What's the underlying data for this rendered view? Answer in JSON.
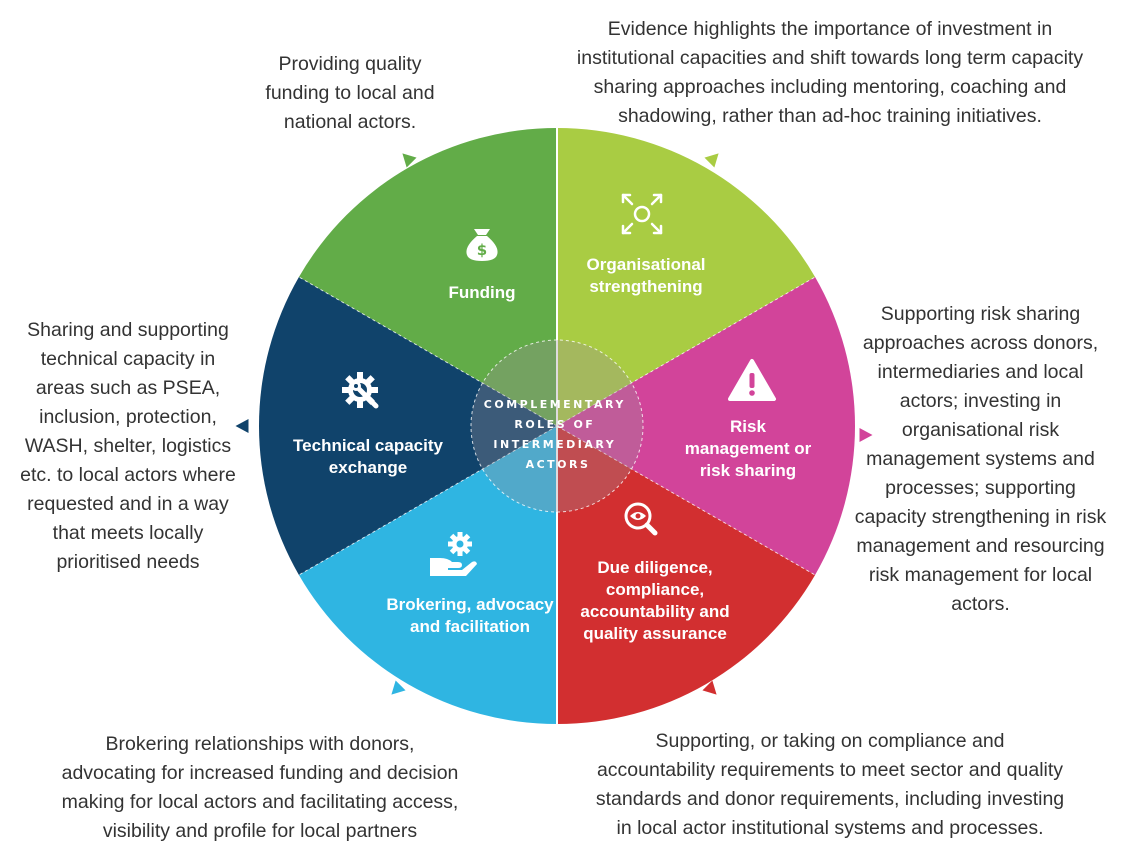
{
  "center": {
    "lines": [
      "COMPLEMENTARY",
      "ROLES OF",
      "INTERMEDIARY",
      "ACTORS"
    ]
  },
  "segments": [
    {
      "id": "funding",
      "color": "#62AC48",
      "icon": "money-bag-icon",
      "label": [
        "Funding"
      ],
      "description": [
        "Providing quality",
        "funding to local and",
        "national actors."
      ]
    },
    {
      "id": "organisational-strengthening",
      "color": "#A9CC43",
      "icon": "focus-expand-icon",
      "label": [
        "Organisational",
        "strengthening"
      ],
      "description": [
        "Evidence highlights the importance of investment in",
        "institutional capacities and shift towards long term capacity",
        "sharing approaches including mentoring, coaching and",
        "shadowing, rather than ad-hoc training initiatives."
      ]
    },
    {
      "id": "risk-management",
      "color": "#D2449A",
      "icon": "warning-triangle-icon",
      "label": [
        "Risk",
        "management or",
        "risk sharing"
      ],
      "description": [
        "Supporting risk sharing",
        "approaches across donors,",
        "intermediaries and local",
        "actors; investing in",
        "organisational risk",
        "management systems and",
        "processes; supporting",
        "capacity strengthening in risk",
        "management and resourcing",
        "risk management for local",
        "actors."
      ]
    },
    {
      "id": "due-diligence",
      "color": "#D22F30",
      "icon": "eye-magnifier-icon",
      "label": [
        "Due diligence,",
        "compliance,",
        "accountability and",
        "quality assurance"
      ],
      "description": [
        "Supporting, or taking on compliance and",
        "accountability requirements to meet sector and quality",
        "standards and donor requirements, including investing",
        "in local actor institutional systems and processes."
      ]
    },
    {
      "id": "brokering",
      "color": "#2FB5E2",
      "icon": "hand-gear-icon",
      "label": [
        "Brokering, advocacy",
        "and facilitation"
      ],
      "description": [
        "Brokering relationships with donors,",
        "advocating for increased funding and decision",
        "making for local actors and facilitating access,",
        "visibility and profile for local partners"
      ]
    },
    {
      "id": "technical-capacity",
      "color": "#10436B",
      "icon": "gear-wrench-icon",
      "label": [
        "Technical capacity",
        "exchange"
      ],
      "description": [
        "Sharing and supporting",
        "technical capacity in",
        "areas such as PSEA,",
        "inclusion, protection,",
        "WASH, shelter, logistics",
        "etc. to local actors where",
        "requested and in a way",
        "that meets locally",
        "prioritised needs"
      ]
    }
  ]
}
